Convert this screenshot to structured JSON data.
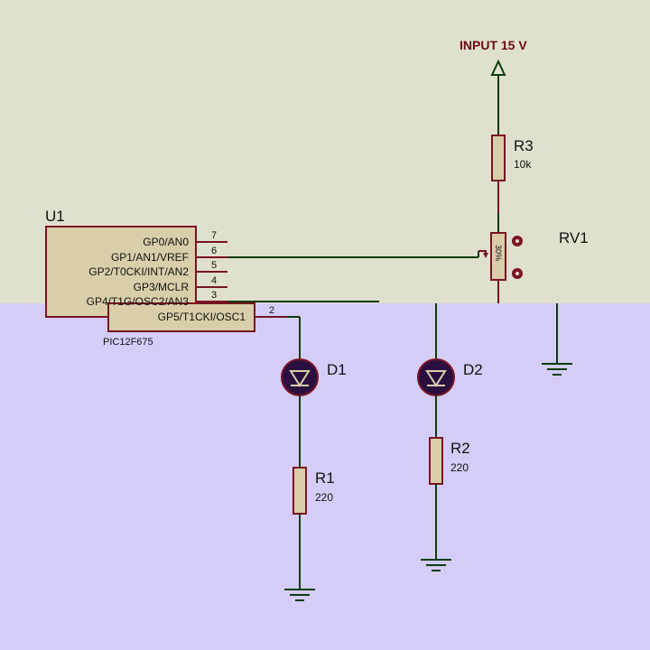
{
  "colors": {
    "sheet_top": "#e0e0cf",
    "sheet_bottom": "#d5cdf8",
    "wire_green": "#0b3d0b",
    "wire_maroon": "#7a1322",
    "component_fill": "#d8cfaa",
    "diode_fill": "#2a1040",
    "label_maroon": "#6a0f10",
    "text_dark": "#111111"
  },
  "power": {
    "input_label": "INPUT 15 V"
  },
  "u1": {
    "ref": "U1",
    "part": "PIC12F675",
    "pins": [
      {
        "name": "GP0/AN0",
        "num": "7"
      },
      {
        "name": "GP1/AN1/VREF",
        "num": "6"
      },
      {
        "name": "GP2/T0CKI/INT/AN2",
        "num": "5"
      },
      {
        "name": "GP3/MCLR",
        "num": "4"
      },
      {
        "name": "GP4/T1G/OSC2/AN3",
        "num": "3"
      },
      {
        "name": "GP5/T1CKI/OSC1",
        "num": "2"
      }
    ]
  },
  "r3": {
    "ref": "R3",
    "value": "10k"
  },
  "rv1": {
    "ref": "RV1",
    "percent": "30%"
  },
  "d1": {
    "ref": "D1"
  },
  "d2": {
    "ref": "D2"
  },
  "r1": {
    "ref": "R1",
    "value": "220"
  },
  "r2": {
    "ref": "R2",
    "value": "220"
  }
}
